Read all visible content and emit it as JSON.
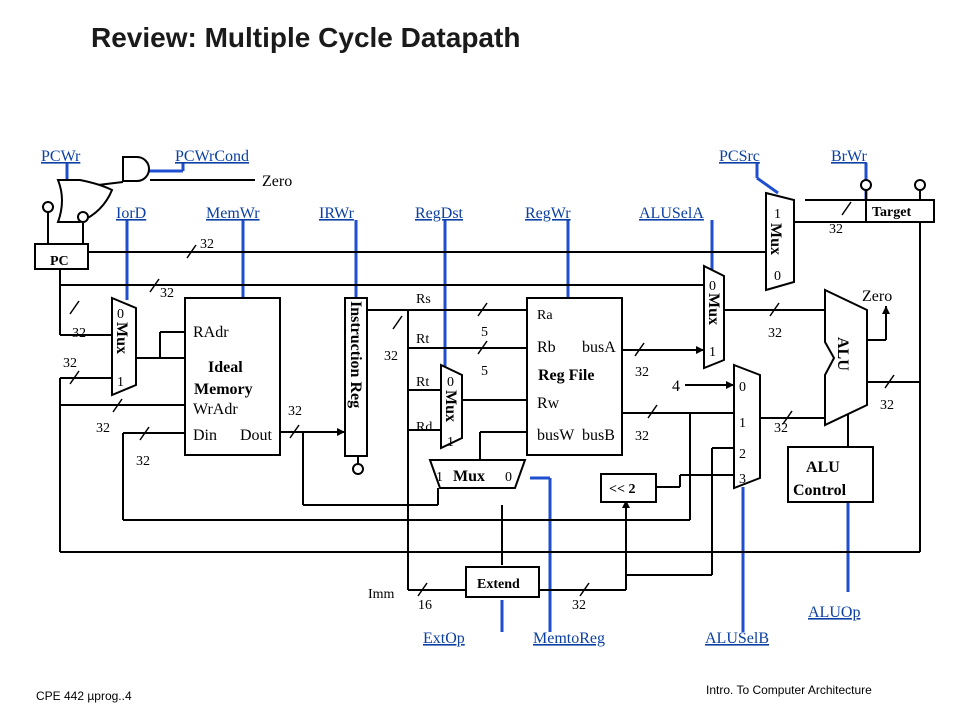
{
  "title": "Review: Multiple Cycle Datapath",
  "footer": {
    "left": "CPE 442  µprog..4",
    "right": "Intro. To Computer Architecture"
  },
  "control_signals": {
    "pcwr": "PCWr",
    "pcwrcond": "PCWrCond",
    "iord": "IorD",
    "memwr": "MemWr",
    "irwr": "IRWr",
    "regdst": "RegDst",
    "regwr": "RegWr",
    "alusela": "ALUSelA",
    "pcsrc": "PCSrc",
    "brwr": "BrWr",
    "extop": "ExtOp",
    "memtoreg": "MemtoReg",
    "aluselb": "ALUSelB",
    "aluop": "ALUOp"
  },
  "blocks": {
    "pc": "PC",
    "memory_line1": "Ideal",
    "memory_line2": "Memory",
    "mem_radr": "RAdr",
    "mem_wradr": "WrAdr",
    "mem_din": "Din",
    "mem_dout": "Dout",
    "instruction_reg": "Instruction Reg",
    "reg_file": "Reg File",
    "rf_ra": "Ra",
    "rf_rb": "Rb",
    "rf_rw": "Rw",
    "rf_busa": "busA",
    "rf_busw": "busW",
    "rf_busb": "busB",
    "alu": "ALU",
    "alu_control_1": "ALU",
    "alu_control_2": "Control",
    "target": "Target",
    "extend": "Extend",
    "shift": "<< 2",
    "mux": "Mux"
  },
  "field_labels": {
    "rs": "Rs",
    "rt1": "Rt",
    "rt2": "Rt",
    "rd": "Rd",
    "imm": "Imm",
    "zero_and": "Zero",
    "zero_alu": "Zero",
    "four": "4"
  },
  "mux_inputs": {
    "zero": "0",
    "one": "1",
    "two": "2",
    "three": "3"
  },
  "bus_widths": {
    "w32": "32",
    "w5": "5",
    "w16": "16"
  }
}
